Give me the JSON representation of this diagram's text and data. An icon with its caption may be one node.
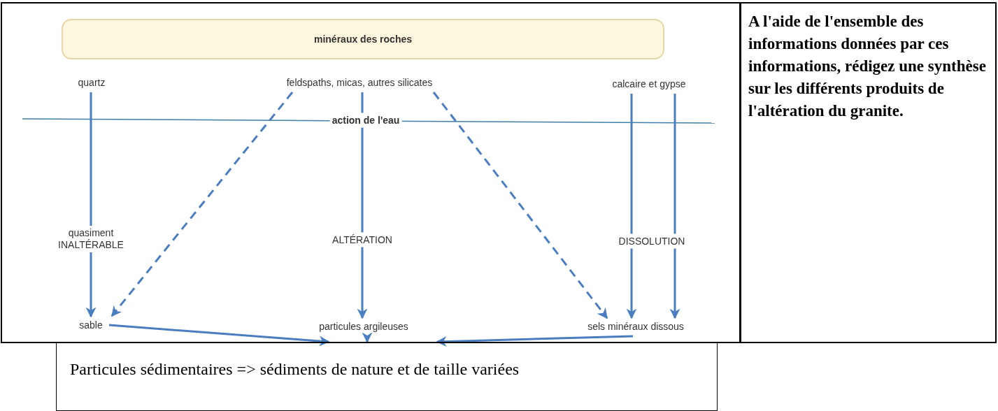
{
  "diagram": {
    "nodes": [
      {
        "text": [],
        "shape": "box"
      },
      {
        "text": [
          "minéraux des roches"
        ],
        "in": 0
      },
      {
        "text": [
          "quartz"
        ],
        "in": 0
      },
      {
        "text": [
          "feldspaths, micas, autres silicates"
        ],
        "in": 0
      },
      {
        "text": [
          "calcaire et gypse"
        ],
        "in": 0
      },
      {
        "text": [
          "sable"
        ],
        "in": 0
      },
      {
        "text": [
          "particules argileuses"
        ],
        "in": 0
      },
      {
        "text": [
          "sels minéraux dissous"
        ],
        "in": 0
      },
      {
        "text": [
          "A l'aide de l'ensemble des informations données par ces informations, rédigez une synthèse sur les différents produits de l'altération du granite."
        ]
      },
      {
        "text": [
          "Particules sédimentaires => sédiments de nature et de taille variées"
        ]
      }
    ],
    "edges": [
      {
        "from": 2,
        "to": 5,
        "arrow": "to",
        "label": "quasiment INALTÉRABLE"
      },
      {
        "from": 3,
        "to": 5,
        "arrow": "to",
        "style": "dashed"
      },
      {
        "from": 3,
        "to": 6,
        "arrow": "to",
        "label": "ALTÉRATION"
      },
      {
        "from": 3,
        "to": 7,
        "arrow": "to",
        "style": "dashed"
      },
      {
        "from": 4,
        "to": 7,
        "arrow": "to",
        "label": "DISSOLUTION"
      },
      {
        "from": 4,
        "to": 7,
        "arrow": "to"
      },
      {
        "from": 5,
        "to": 9,
        "arrow": "to"
      },
      {
        "from": 6,
        "to": 9,
        "arrow": "to"
      },
      {
        "from": 7,
        "to": 9,
        "arrow": "to"
      }
    ],
    "labels": [
      "action de l'eau"
    ]
  }
}
